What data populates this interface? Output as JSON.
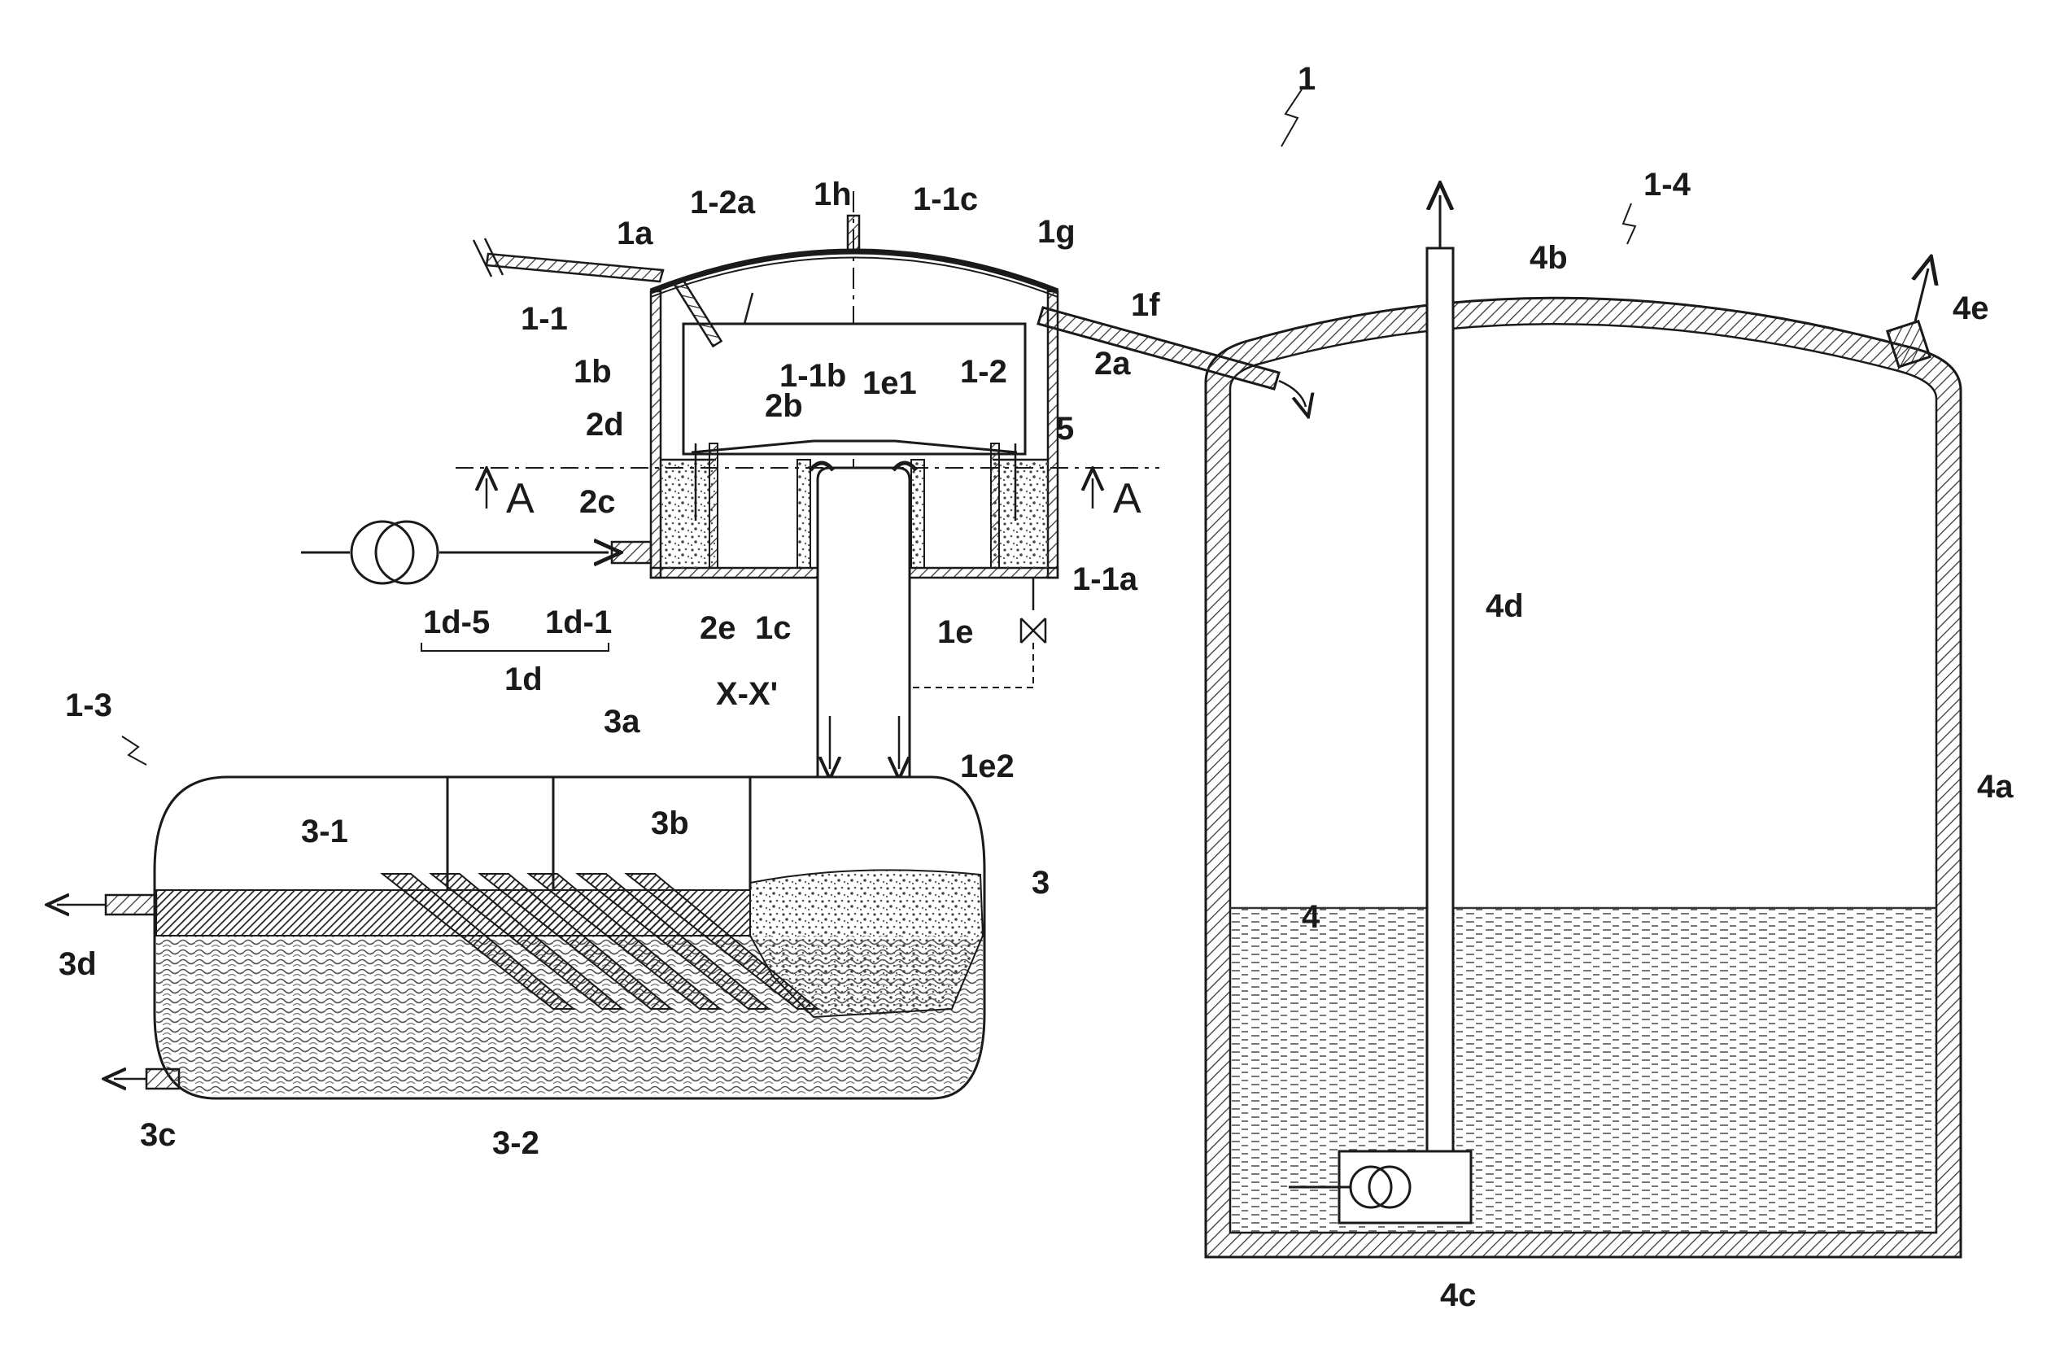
{
  "figure": {
    "labels": {
      "system": "1",
      "l_1a": "1a",
      "l_1_2a": "1-2a",
      "l_1h": "1h",
      "l_1_1c": "1-1c",
      "l_1g": "1g",
      "l_1f": "1f",
      "l_1_1": "1-1",
      "l_1b": "1b",
      "l_1_1b": "1-1b",
      "l_1e1": "1e1",
      "l_1_2": "1-2",
      "l_2a": "2a",
      "l_2b": "2b",
      "l_2d": "2d",
      "l_5": "5",
      "l_2c": "2c",
      "section_left": "A",
      "section_right": "A",
      "l_2e": "2e",
      "l_1c": "1c",
      "l_1_1a": "1-1a",
      "l_1d_5": "1d-5",
      "l_1d_1": "1d-1",
      "l_1d": "1d",
      "l_1e": "1e",
      "l_xx": "X-X'",
      "l_1_3": "1-3",
      "l_3a": "3a",
      "l_3_1": "3-1",
      "l_3b": "3b",
      "l_1e2": "1e2",
      "l_3": "3",
      "l_3d": "3d",
      "l_3c": "3c",
      "l_3_2": "3-2",
      "l_1_4": "1-4",
      "l_4b": "4b",
      "l_4e": "4e",
      "l_4d": "4d",
      "l_4a": "4a",
      "l_4": "4",
      "l_4c": "4c"
    }
  }
}
